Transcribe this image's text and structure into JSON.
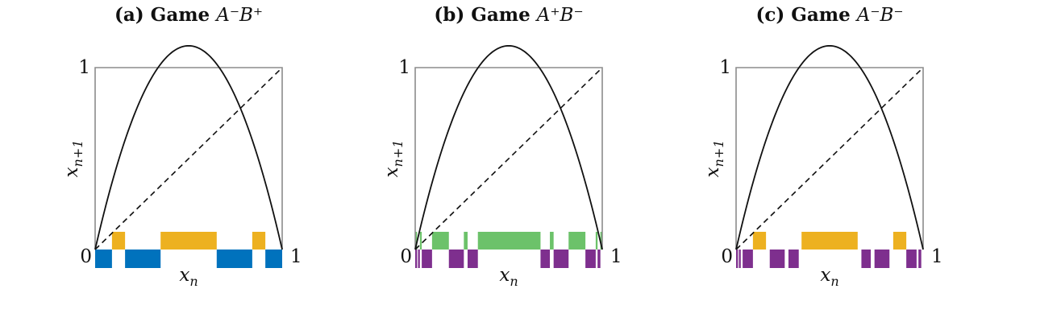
{
  "chart_data": [
    {
      "type": "line",
      "panel": "(a)",
      "title_prefix": "(a) Game ",
      "title_math": "A⁻B⁺",
      "xlabel": "x_n",
      "ylabel": "x_n+1",
      "xlim": [
        0,
        1
      ],
      "ylim": [
        0,
        1
      ],
      "tick_labels": {
        "x_min": "0",
        "x_max": "1",
        "y_min": "0",
        "y_max": "1"
      },
      "curve_peak": 1.12,
      "diagonal": true,
      "colors": {
        "upper": "#EDB120",
        "lower": "#0072BD"
      },
      "upper_bars": [
        [
          0.09,
          0.16
        ],
        [
          0.35,
          0.65
        ],
        [
          0.84,
          0.91
        ]
      ],
      "lower_bars": [
        [
          0.0,
          0.09
        ],
        [
          0.16,
          0.35
        ],
        [
          0.65,
          0.84
        ],
        [
          0.91,
          1.0
        ]
      ]
    },
    {
      "type": "line",
      "panel": "(b)",
      "title_prefix": "(b) Game ",
      "title_math": "A⁺B⁻",
      "xlabel": "x_n",
      "ylabel": "x_n+1",
      "xlim": [
        0,
        1
      ],
      "ylim": [
        0,
        1
      ],
      "tick_labels": {
        "x_min": "0",
        "x_max": "1",
        "y_min": "0",
        "y_max": "1"
      },
      "curve_peak": 1.12,
      "diagonal": true,
      "colors": {
        "upper": "#6CC26A",
        "lower": "#7E2F8E"
      },
      "upper_bars": [
        [
          0.0,
          0.01
        ],
        [
          0.025,
          0.035
        ],
        [
          0.09,
          0.18
        ],
        [
          0.26,
          0.28
        ],
        [
          0.335,
          0.67
        ],
        [
          0.72,
          0.74
        ],
        [
          0.82,
          0.91
        ],
        [
          0.965,
          0.975
        ],
        [
          0.99,
          1.0
        ]
      ],
      "lower_bars": [
        [
          0.0,
          0.01
        ],
        [
          0.015,
          0.025
        ],
        [
          0.035,
          0.09
        ],
        [
          0.18,
          0.26
        ],
        [
          0.28,
          0.335
        ],
        [
          0.67,
          0.72
        ],
        [
          0.74,
          0.82
        ],
        [
          0.91,
          0.965
        ],
        [
          0.975,
          0.99
        ]
      ]
    },
    {
      "type": "line",
      "panel": "(c)",
      "title_prefix": "(c) Game ",
      "title_math": "A⁻B⁻",
      "xlabel": "x_n",
      "ylabel": "x_n+1",
      "xlim": [
        0,
        1
      ],
      "ylim": [
        0,
        1
      ],
      "tick_labels": {
        "x_min": "0",
        "x_max": "1",
        "y_min": "0",
        "y_max": "1"
      },
      "curve_peak": 1.12,
      "diagonal": true,
      "colors": {
        "upper": "#EDB120",
        "lower": "#7E2F8E"
      },
      "upper_bars": [
        [
          0.09,
          0.16
        ],
        [
          0.35,
          0.65
        ],
        [
          0.84,
          0.91
        ]
      ],
      "lower_bars": [
        [
          0.0,
          0.01
        ],
        [
          0.015,
          0.025
        ],
        [
          0.035,
          0.09
        ],
        [
          0.18,
          0.26
        ],
        [
          0.28,
          0.335
        ],
        [
          0.67,
          0.72
        ],
        [
          0.74,
          0.82
        ],
        [
          0.91,
          0.965
        ],
        [
          0.975,
          0.99
        ]
      ]
    }
  ]
}
